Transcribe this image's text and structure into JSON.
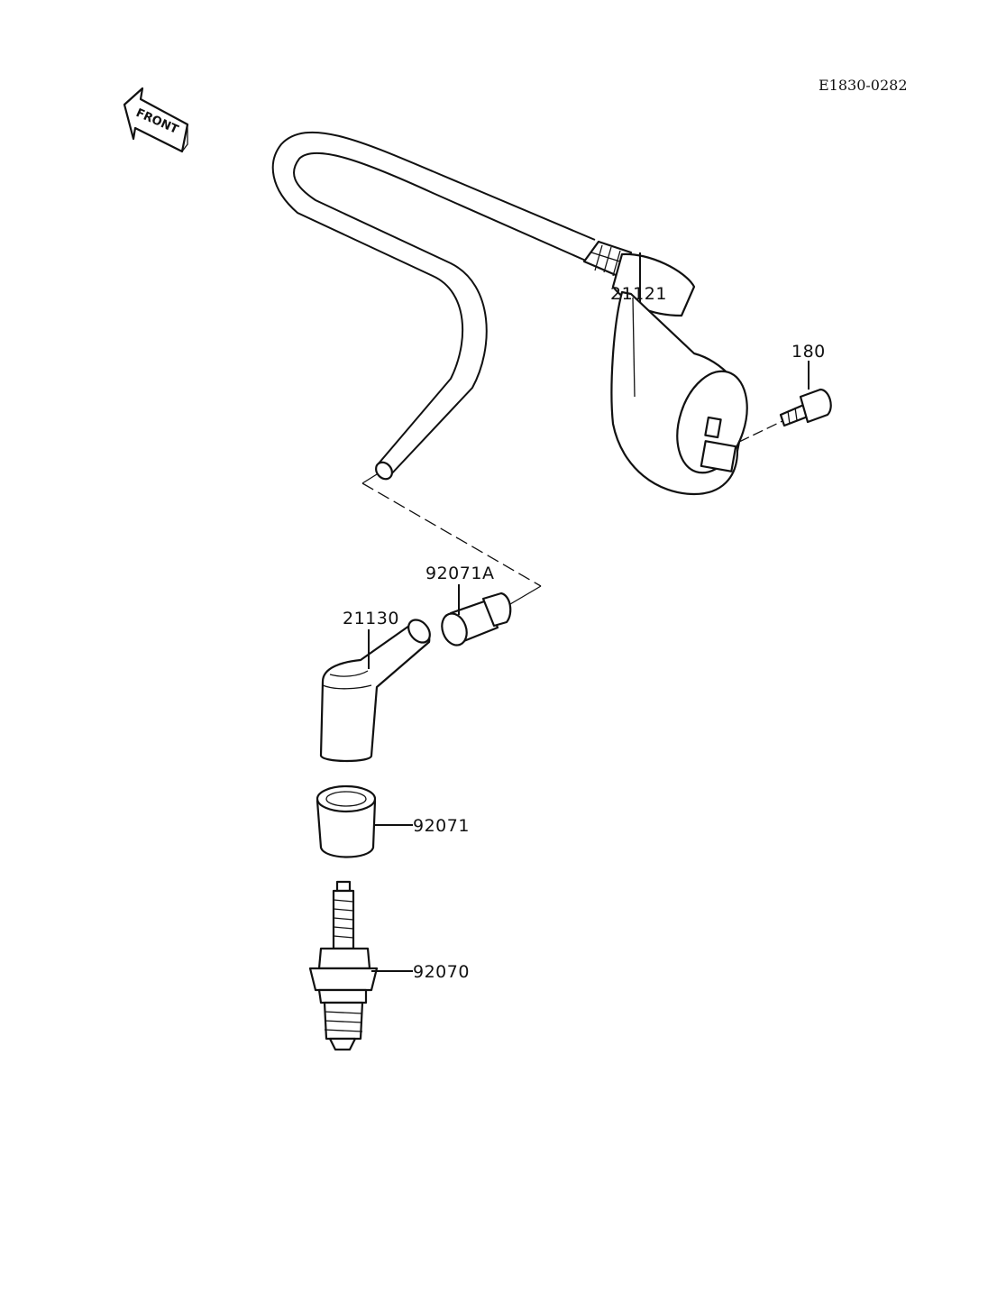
{
  "diagram": {
    "code": "E1830-0282",
    "front_label": "FRONT",
    "parts": [
      {
        "id": "ignition-coil",
        "number": "21121"
      },
      {
        "id": "bolt",
        "number": "180"
      },
      {
        "id": "cap-insert",
        "number": "92071A"
      },
      {
        "id": "plug-cap",
        "number": "21130"
      },
      {
        "id": "plug-cap-boot",
        "number": "92071"
      },
      {
        "id": "spark-plug",
        "number": "92070"
      }
    ]
  }
}
